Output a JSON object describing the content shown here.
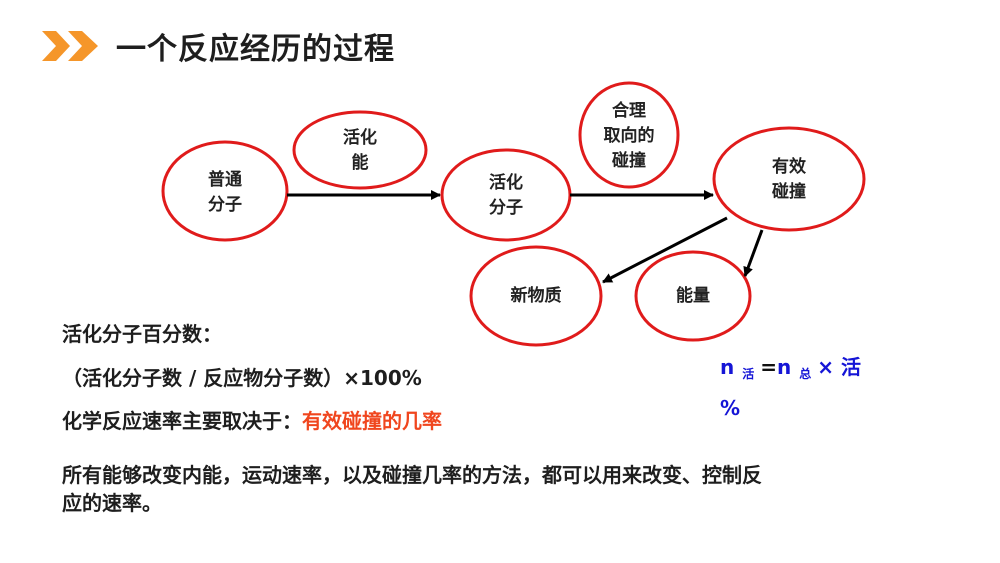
{
  "header": {
    "icon": "double-chevron-right-icon",
    "accent_color": "#F5962A",
    "title": "一个反应经历的过程"
  },
  "diagram": {
    "ellipse_color": "#E01B1B",
    "nodes": [
      {
        "id": "ordinary",
        "lines": [
          "普通",
          "分子"
        ]
      },
      {
        "id": "activation-energy",
        "lines": [
          "活化",
          "能"
        ]
      },
      {
        "id": "activated",
        "lines": [
          "活化",
          "分子"
        ]
      },
      {
        "id": "oriented",
        "lines": [
          "合理",
          "取向的",
          "碰撞"
        ]
      },
      {
        "id": "effective",
        "lines": [
          "有效",
          "碰撞"
        ]
      },
      {
        "id": "new-substance",
        "lines": [
          "新物质"
        ]
      },
      {
        "id": "energy",
        "lines": [
          "能量"
        ]
      }
    ],
    "edges": [
      {
        "from": "ordinary",
        "to": "activated"
      },
      {
        "from": "activated",
        "to": "effective"
      },
      {
        "from": "effective",
        "to": "new-substance"
      },
      {
        "from": "effective",
        "to": "energy"
      }
    ]
  },
  "body": {
    "line1": "活化分子百分数：",
    "line2": "（活化分子数 / 反应物分子数）×100%",
    "line3_prefix": "化学反应速率主要取决于：",
    "line3_highlight": "有效碰撞的几率",
    "line4a": "所有能够改变内能，运动速率，以及碰撞几率的方法，都可以用来改变、控制反",
    "line4b": "应的速率。"
  },
  "formula": {
    "n1": "n",
    "sub1": "活",
    "eq": "=",
    "n2": "n",
    "sub2": "总",
    "times": "×",
    "tail": "活",
    "percent": "%"
  }
}
